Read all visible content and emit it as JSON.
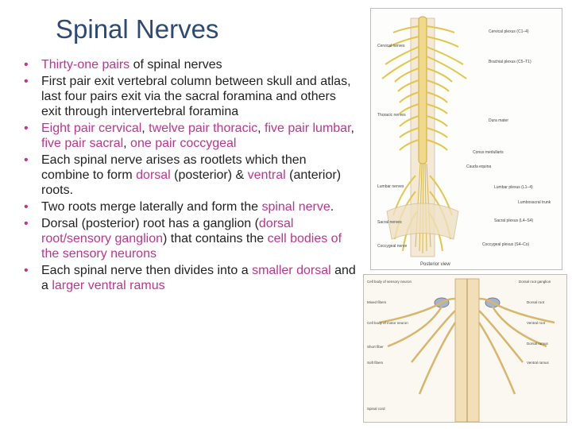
{
  "title": "Spinal Nerves",
  "bullets": {
    "b1": {
      "hl1": "Thirty-one pairs",
      "t2": " of spinal nerves"
    },
    "b2": {
      "t1": "First pair exit vertebral column between skull and atlas, last four pairs exit via the sacral foramina and others exit through intervertebral foramina"
    },
    "b3": {
      "hl1": "Eight pair cervical",
      "t2": ", ",
      "hl2": "twelve pair thoracic",
      "t3": ", ",
      "hl3": "five pair lumbar",
      "t4": ", ",
      "hl4": "five pair sacral",
      "t5": ", ",
      "hl5": "one pair coccygeal"
    },
    "b4": {
      "t1": "Each spinal nerve arises as rootlets which then combine to form ",
      "hl1": "dorsal",
      "t2": " (posterior) & ",
      "hl2": "ventral",
      "t3": " (anterior) roots."
    },
    "b5": {
      "t1": "Two roots merge laterally and form the ",
      "hl1": "spinal nerve",
      "t2": "."
    },
    "b6": {
      "t1": "Dorsal (posterior) root has a ganglion (",
      "hl1": "dorsal root/sensory ganglion",
      "t2": ") that contains the ",
      "hl2": "cell bodies of the sensory neurons"
    },
    "b7": {
      "t1": "Each spinal nerve then divides into a ",
      "hl1": "smaller dorsal",
      "t2": " and a ",
      "hl2": "larger ventral ramus"
    }
  },
  "figure_top": {
    "caption": "Posterior view",
    "labels": {
      "cervical_nerves": "Cervical nerves",
      "thoracic_nerves": "Thoracic nerves",
      "lumbar_nerves": "Lumbar nerves",
      "sacral_nerves": "Sacral nerves",
      "coccygeal_nerve": "Coccygeal nerve",
      "cervical_plexus": "Cervical plexus (C1–4)",
      "brachial_plexus": "Brachial plexus (C5–T1)",
      "dura_mater": "Dura mater",
      "conus_medullaris": "Conus medullaris",
      "cauda_equina": "Cauda equina",
      "lumbar_plexus": "Lumbar plexus (L1–4)",
      "lumbosacral_trunk": "Lumbosacral trunk",
      "sacral_plexus": "Sacral plexus (L4–S4)",
      "coccygeal_plexus": "Coccygeal plexus (S4–Co)"
    }
  },
  "figure_bottom": {
    "labels": {
      "l1": "Cell body of sensory neuron",
      "l2": "Mixed fibers",
      "l3": "Cell body of motor neuron",
      "l4": "Short fiber",
      "l5": "Soft fibers",
      "l6": "Spinal cord",
      "r1": "Dorsal root ganglion",
      "r2": "Dorsal root",
      "r3": "Ventral root",
      "r4": "Dorsal ramus",
      "r5": "Ventral ramus"
    }
  },
  "colors": {
    "title": "#2d4a74",
    "highlight": "#c0348c",
    "text": "#222222",
    "nerve": "#e2c64a"
  }
}
